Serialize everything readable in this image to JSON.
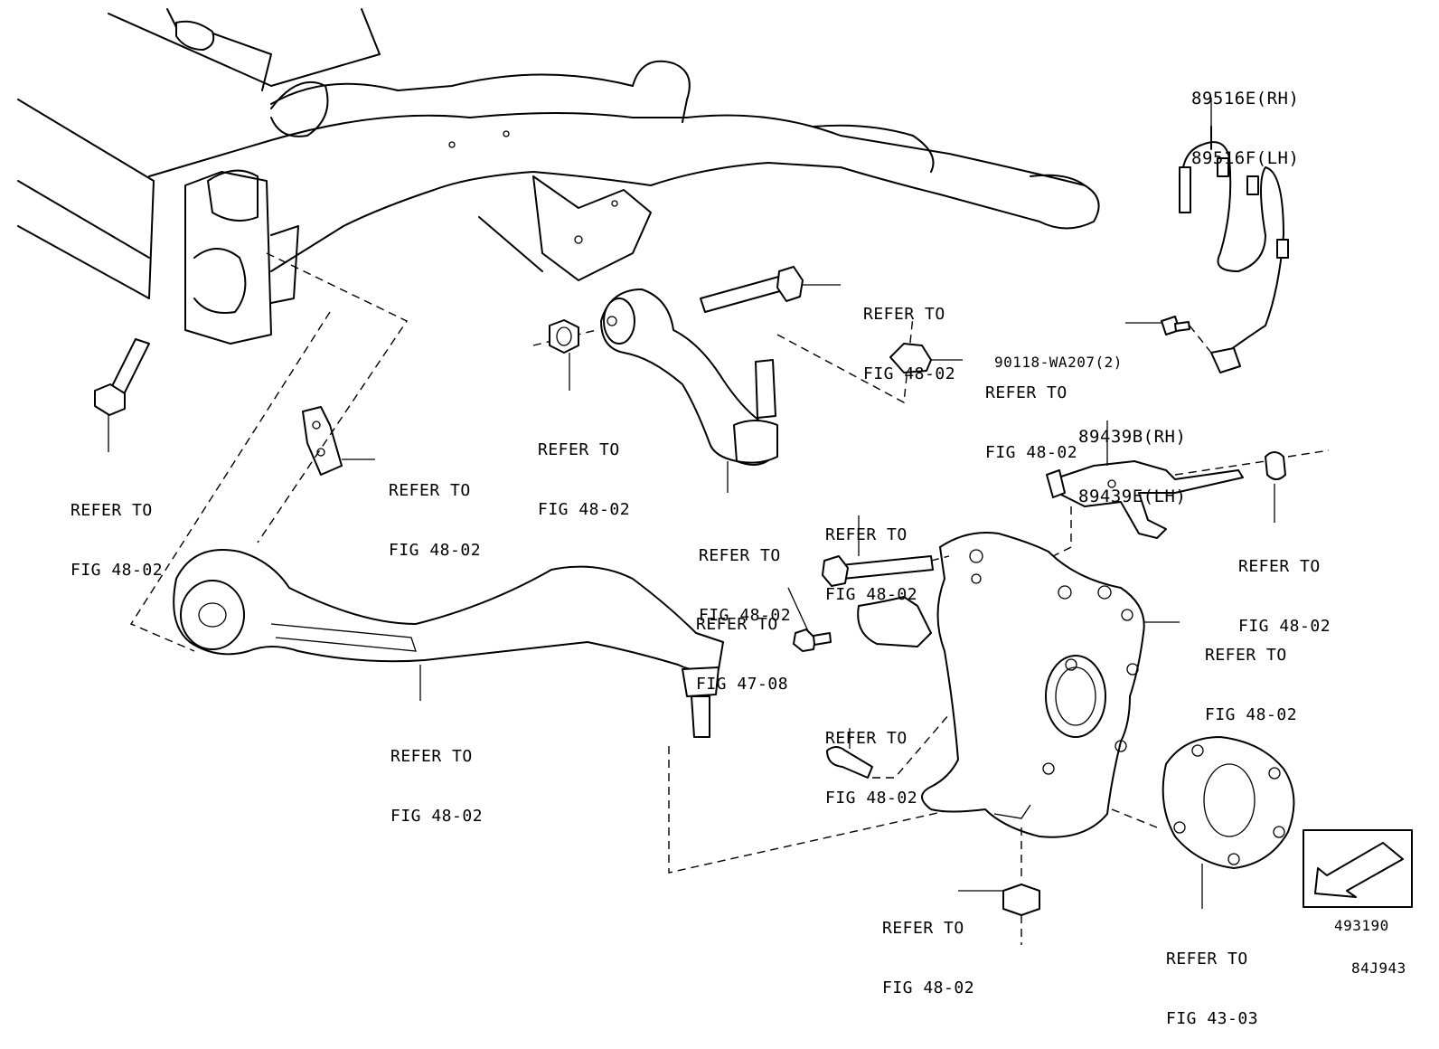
{
  "callouts": {
    "sensor_part": {
      "line1": "89516E(RH)",
      "line2": "89516F(LH)"
    },
    "bracket_part": {
      "line1": "89439B(RH)",
      "line2": "89439E(LH)"
    },
    "bolt_part": {
      "text": "90118-WA207(2)"
    },
    "ref_frame_bolt": {
      "line1": "REFER TO",
      "line2": "FIG 48-02"
    },
    "ref_clip": {
      "line1": "REFER TO",
      "line2": "FIG 48-02"
    },
    "ref_upper_arm_bolt": {
      "line1": "REFER TO",
      "line2": "FIG 48-02"
    },
    "ref_upper_arm_nut": {
      "line1": "REFER TO",
      "line2": "FIG 48-02"
    },
    "ref_upper_arm_nut_right": {
      "line1": "REFER TO",
      "line2": "FIG 48-02"
    },
    "ref_upper_arm": {
      "line1": "REFER TO",
      "line2": "FIG 48-02"
    },
    "ref_knuckle_bolt": {
      "line1": "REFER TO",
      "line2": "FIG 48-02"
    },
    "ref_small_bolt": {
      "line1": "REFER TO",
      "line2": "FIG 47-08"
    },
    "ref_bracket_nut": {
      "line1": "REFER TO",
      "line2": "FIG 48-02"
    },
    "ref_knuckle": {
      "line1": "REFER TO",
      "line2": "FIG 48-02"
    },
    "ref_lower_arm": {
      "line1": "REFER TO",
      "line2": "FIG 48-02"
    },
    "ref_pin": {
      "line1": "REFER TO",
      "line2": "FIG 48-02"
    },
    "ref_bottom_nut": {
      "line1": "REFER TO",
      "line2": "FIG 48-02"
    },
    "ref_hub": {
      "line1": "REFER TO",
      "line2": "FIG 43-03"
    }
  },
  "orientation_box": {
    "code": "493190",
    "arrow_icon": "direction-arrow-icon"
  },
  "drawing_code": "84J943"
}
